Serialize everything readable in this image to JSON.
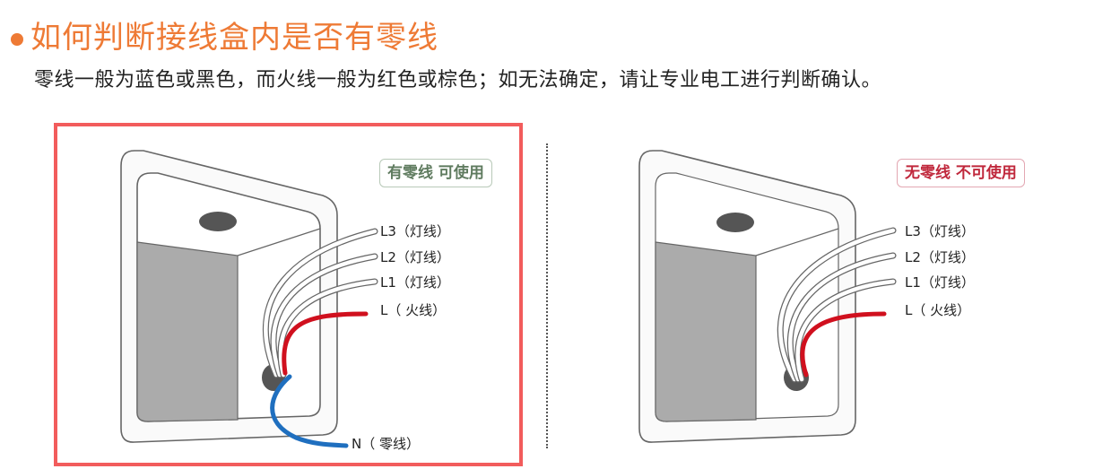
{
  "header": {
    "title": "如何判断接线盒内是否有零线",
    "subtitle": "零线一般为蓝色或黑色，而火线一般为红色或棕色；如无法确定，请让专业电工进行判断确认。"
  },
  "colors": {
    "title": "#ee7a35",
    "highlight_border": "#f25c5c",
    "live_wire": "#d0101e",
    "neutral_wire": "#1f6fbf",
    "ok_badge": "#5f7b5f",
    "no_badge": "#c0283c"
  },
  "panels": [
    {
      "id": "with-neutral",
      "badge": "有零线 可使用",
      "highlighted": true,
      "labels": {
        "l3": "L3（灯线）",
        "l2": "L2（灯线）",
        "l1": "L1（灯线）",
        "l": "L（ 火线）",
        "n": "N（ 零线）"
      }
    },
    {
      "id": "without-neutral",
      "badge": "无零线 不可使用",
      "highlighted": false,
      "labels": {
        "l3": "L3（灯线）",
        "l2": "L2（灯线）",
        "l1": "L1（灯线）",
        "l": "L（ 火线）"
      }
    }
  ]
}
